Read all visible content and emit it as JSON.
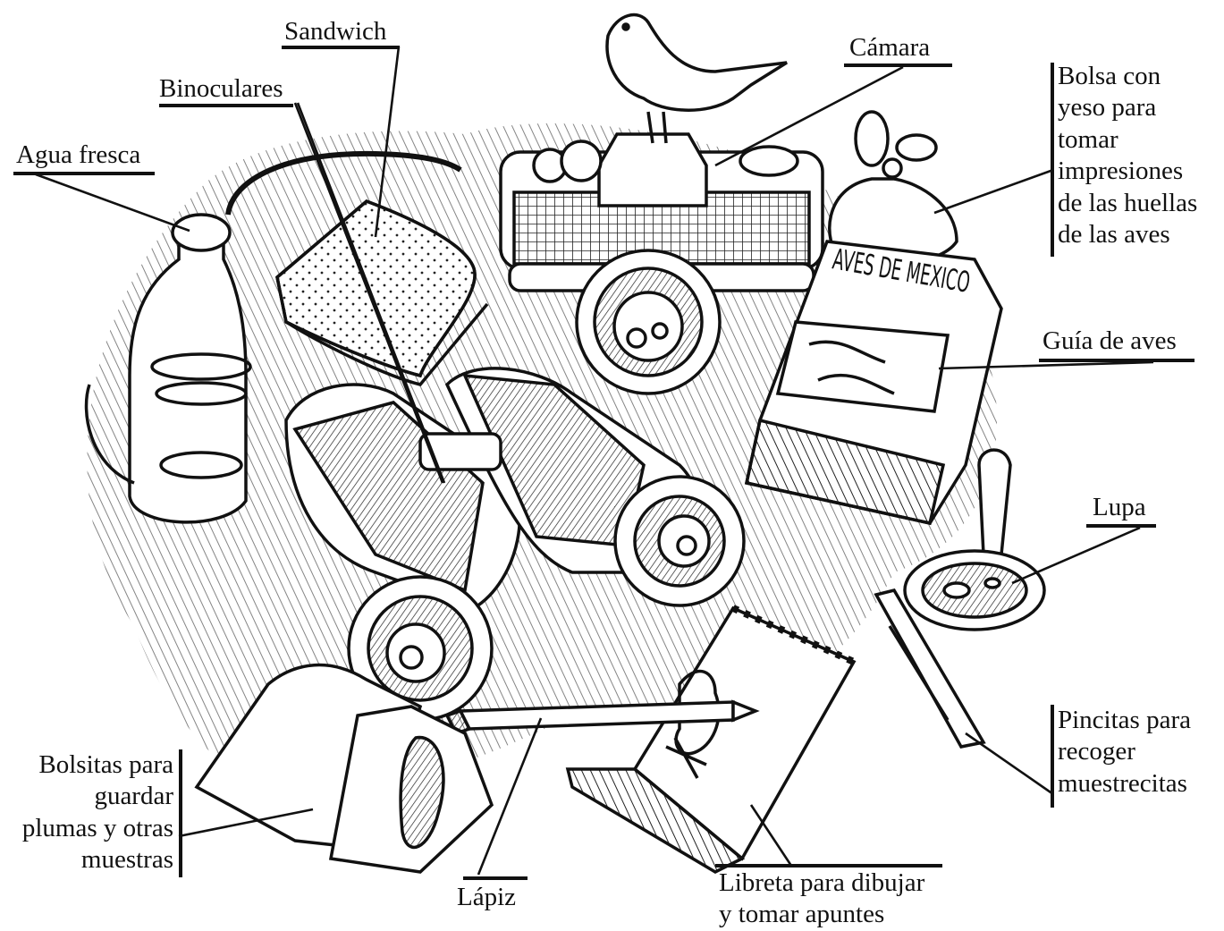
{
  "illustration": {
    "book_cover_title": "AVES DE MEXICO"
  },
  "labels": {
    "sandwich": "Sandwich",
    "binoculares": "Binoculares",
    "agua_fresca": "Agua fresca",
    "camara": "Cámara",
    "bolsa_yeso": [
      "Bolsa con",
      "yeso para",
      "tomar",
      "impresiones",
      "de las huellas",
      "de las aves"
    ],
    "guia_aves": "Guía de aves",
    "lupa": "Lupa",
    "pincitas": [
      "Pincitas para",
      "recoger",
      "muestrecitas"
    ],
    "bolsitas": [
      "Bolsitas para",
      "guardar",
      "plumas y otras",
      "muestras"
    ],
    "lapiz": "Lápiz",
    "libreta": [
      "Libreta para dibujar",
      "y tomar apuntes"
    ]
  }
}
